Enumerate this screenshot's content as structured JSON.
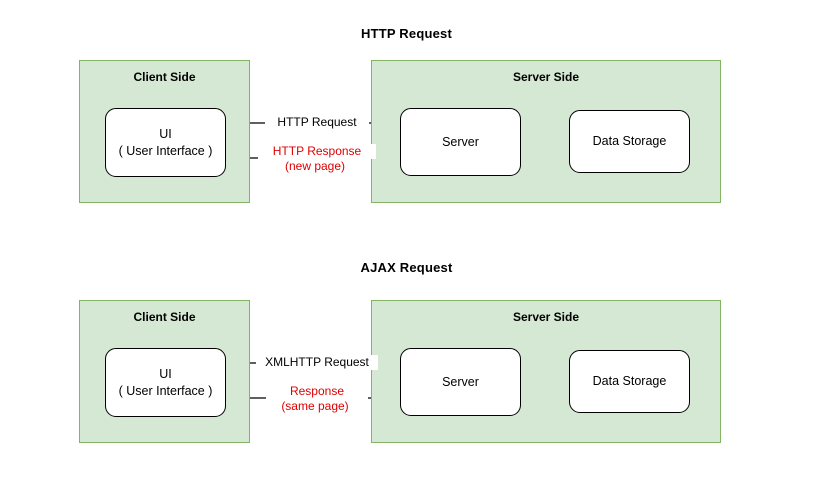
{
  "diagram": {
    "title_top": "HTTP Request",
    "title_bottom": "AJAX Request",
    "colors": {
      "panel_fill": "#d5e8d4",
      "panel_stroke": "#82b366",
      "node_fill": "#ffffff",
      "node_stroke": "#000000",
      "text": "#000000",
      "accent_red": "#e00000"
    }
  },
  "top": {
    "client_panel_title": "Client Side",
    "server_panel_title": "Server Side",
    "ui_node": {
      "line1": "UI",
      "line2": "( User Interface )"
    },
    "server_node": "Server",
    "storage_node": "Data Storage",
    "request_label": "HTTP Request",
    "response_label_line1": "HTTP Response",
    "response_label_line2": "(new page)"
  },
  "bottom": {
    "client_panel_title": "Client Side",
    "server_panel_title": "Server Side",
    "ui_node": {
      "line1": "UI",
      "line2": "( User Interface )"
    },
    "server_node": "Server",
    "storage_node": "Data Storage",
    "request_label": "XMLHTTP Request",
    "response_label_line1": "Response",
    "response_label_line2": "(same page)"
  }
}
